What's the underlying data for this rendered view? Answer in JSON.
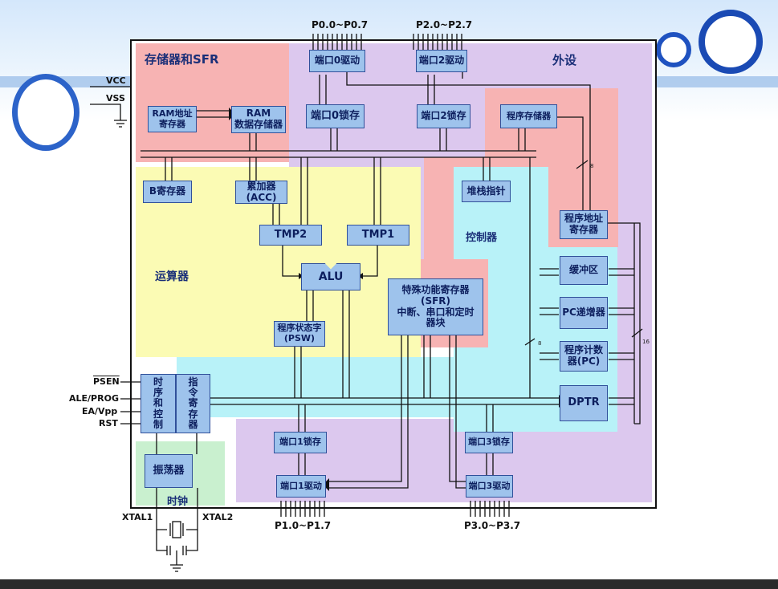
{
  "regions": {
    "memory_sfr": "存储器和SFR",
    "peripheral": "外设",
    "alu_unit": "运算器",
    "controller": "控制器",
    "clock": "时钟"
  },
  "blocks": {
    "port0_driver": "端口0驱动",
    "port2_driver": "端口2驱动",
    "port0_latch": "端口0锁存",
    "port2_latch": "端口2锁存",
    "ram_addr_reg": "RAM地址\n寄存器",
    "ram_data_mem": "RAM\n数据存储器",
    "program_memory": "程序存储器",
    "b_register": "B寄存器",
    "accumulator": "累加器\n(ACC)",
    "stack_pointer": "堆栈指针",
    "tmp2": "TMP2",
    "tmp1": "TMP1",
    "program_addr_reg": "程序地址\n寄存器",
    "alu": "ALU",
    "buffer": "缓冲区",
    "sfr_block": "特殊功能寄存器\n(SFR)\n中断、串口和定时\n器块",
    "pc_incrementer": "PC递增器",
    "psw": "程序状态字\n(PSW)",
    "program_counter": "程序计数\n器(PC)",
    "timing_control": "时\n序\n和\n控\n制",
    "instruction_reg": "指\n令\n寄\n存\n器",
    "dptr": "DPTR",
    "port1_latch": "端口1锁存",
    "port3_latch": "端口3锁存",
    "oscillator": "振荡器",
    "port1_driver": "端口1驱动",
    "port3_driver": "端口3驱动"
  },
  "pins": {
    "vcc": "VCC",
    "vss": "VSS",
    "psen": "PSEN",
    "ale": "ALE/PROG",
    "ea": "EA/Vpp",
    "rst": "RST",
    "xtal1": "XTAL1",
    "xtal2": "XTAL2"
  },
  "ports": {
    "p0": "P0.0~P0.7",
    "p2": "P2.0~P2.7",
    "p1": "P1.0~P1.7",
    "p3": "P3.0~P3.7"
  },
  "bus_widths": {
    "addr_bus": "8",
    "mid_bus": "8",
    "pc_bus": "16"
  },
  "colors": {
    "memory_region": "#f7b3b3",
    "peripheral_region": "#dcc8ee",
    "alu_region": "#fbfbb4",
    "controller_region": "#b8f2f8",
    "clock_region": "#c9f0cf",
    "block_fill": "#9ec3ec",
    "block_border": "#30509a",
    "label_text": "#1a2f78"
  }
}
